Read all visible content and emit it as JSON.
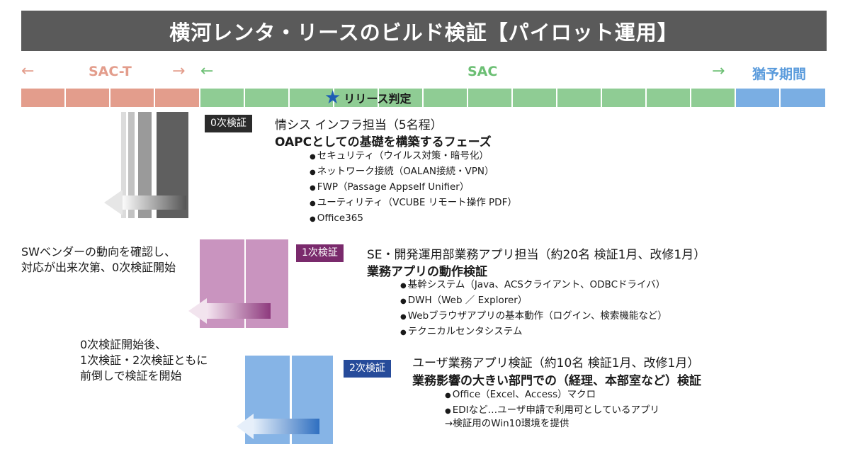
{
  "title": "横河レンタ・リースのビルド検証【パイロット運用】",
  "phases": {
    "sac_t": "SAC-T",
    "sac": "SAC",
    "grace": "猶予期間",
    "arrow_left": "←",
    "arrow_right": "→"
  },
  "milestone": "リリース判定",
  "colors": {
    "sac_t": "#e39d8c",
    "sac": "#8fcc94",
    "grace": "#7aaee3",
    "title_bg": "#5a5a5a"
  },
  "stage0": {
    "tag": "0次検証",
    "heading": "情シス インフラ担当（5名程）",
    "subheading": "OAPCとしての基礎を構築するフェーズ",
    "items": [
      "セキュリティ（ウイルス対策・暗号化）",
      "ネットワーク接続（OALAN接続・VPN）",
      "FWP（Passage Appself Unifier）",
      "ユーティリティ（VCUBE リモート操作 PDF）",
      "Office365"
    ]
  },
  "stage1": {
    "tag": "1次検証",
    "heading": "SE・開発運用部業務アプリ担当（約20名 検証1月、改修1月）",
    "subheading": "業務アプリの動作検証",
    "items": [
      "基幹システム（Java、ACSクライアント、ODBCドライバ）",
      "DWH（Web ／ Explorer）",
      "Webブラウザアプリの基本動作（ログイン、検索機能など）",
      "テクニカルセンタシステム"
    ]
  },
  "stage2": {
    "tag": "2次検証",
    "heading": "ユーザ業務アプリ検証（約10名 検証1月、改修1月）",
    "subheading": "業務影響の大きい部門での（経理、本部室など）検証",
    "items": [
      "Office（Excel、Access）マクロ",
      "EDIなど…ユーザ申請で利用可としているアプリ"
    ],
    "note": "→検証用のWin10環境を提供"
  },
  "side_notes": {
    "left1": [
      "SWベンダーの動向を確認し、",
      "対応が出来次第、0次検証開始"
    ],
    "left2": [
      "0次検証開始後、",
      "1次検証・2次検証ともに",
      "前倒しで検証を開始"
    ]
  }
}
